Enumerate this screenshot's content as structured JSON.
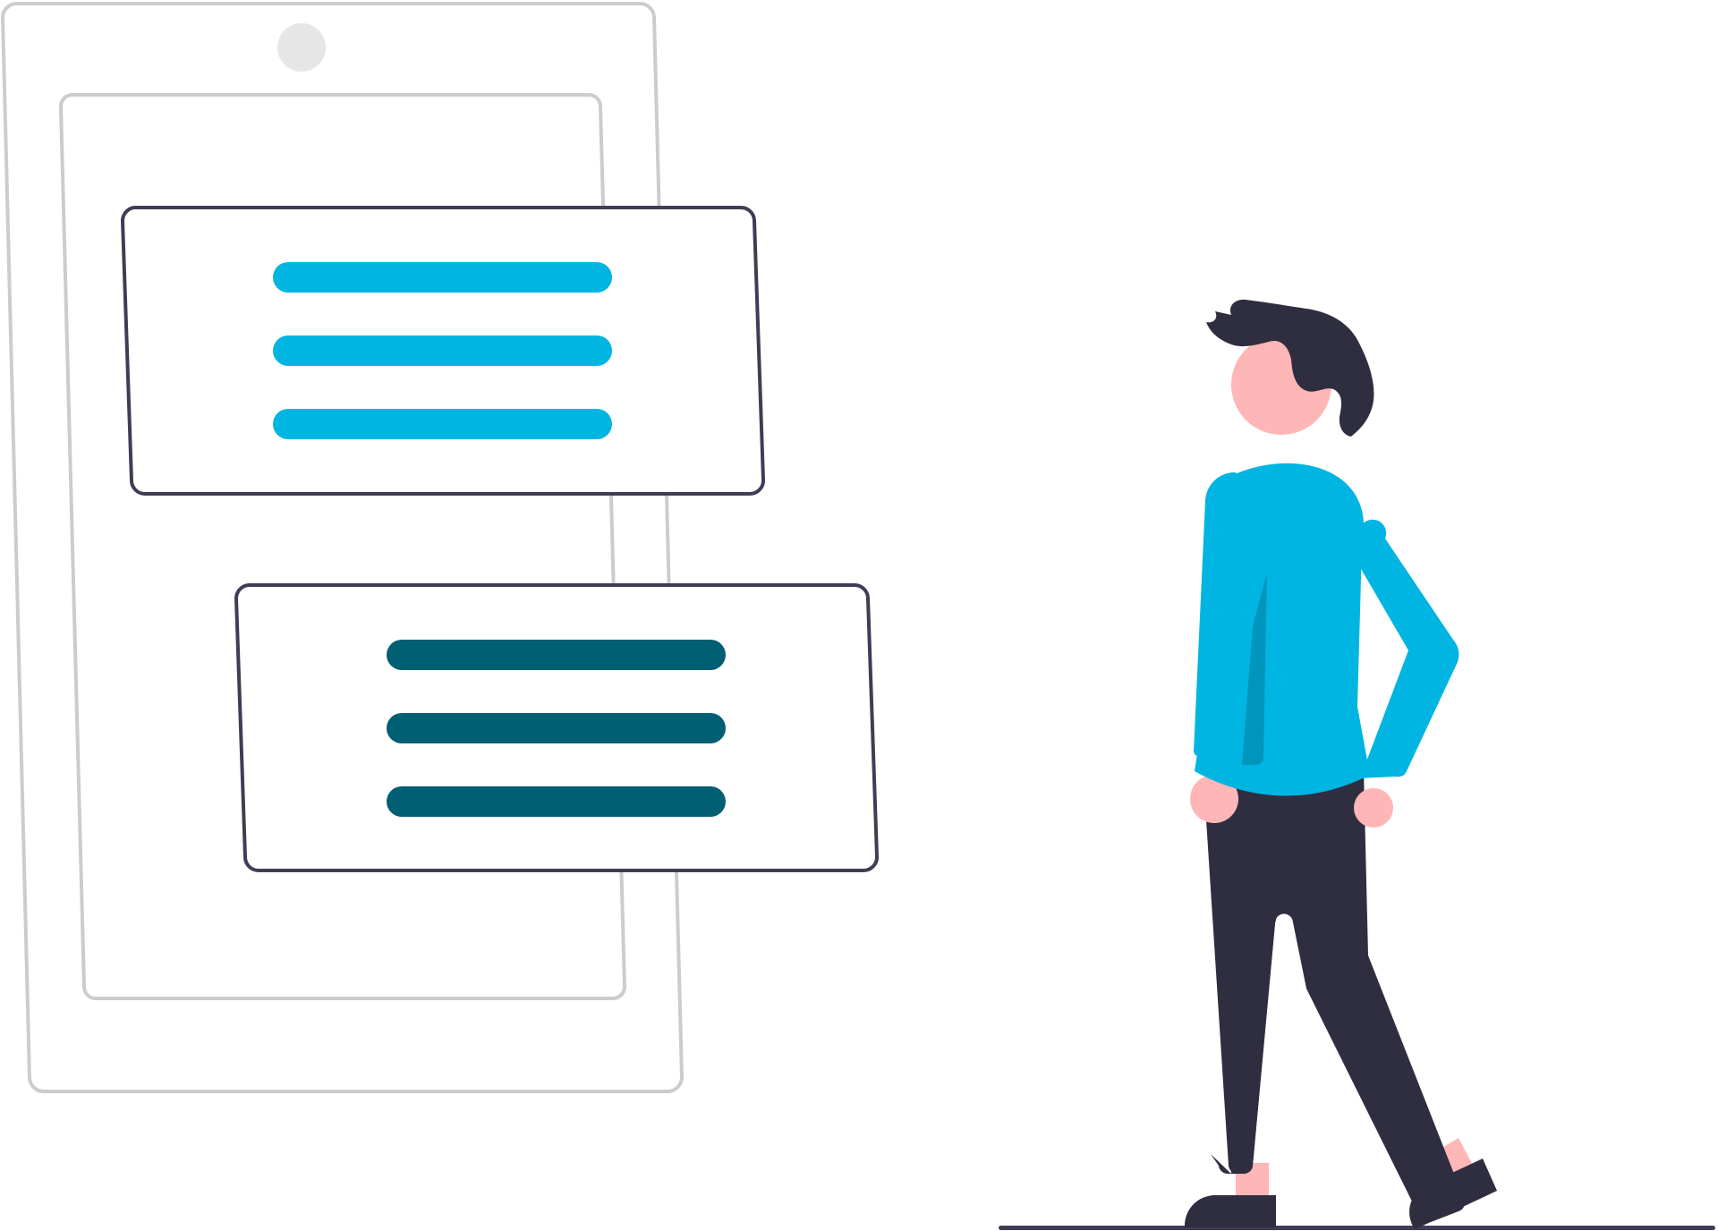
{
  "colors": {
    "phone_outline": "#cccccc",
    "phone_camera": "#e6e6e6",
    "card_border": "#3f3d56",
    "card_fill": "#ffffff",
    "accent_light": "#00b5e2",
    "accent_dark": "#005f73",
    "shadow_accent": "#0095bd",
    "skin": "#ffb6b6",
    "dark": "#2f2e41",
    "ground": "#3f3d56"
  },
  "illustration": {
    "phone": {
      "camera_icon": "circle"
    },
    "cards": [
      {
        "name": "upper-card",
        "line_color_key": "accent_light",
        "line_count": 3
      },
      {
        "name": "lower-card",
        "line_color_key": "accent_dark",
        "line_count": 3
      }
    ],
    "figure": {
      "pose": "standing-looking-left"
    }
  }
}
